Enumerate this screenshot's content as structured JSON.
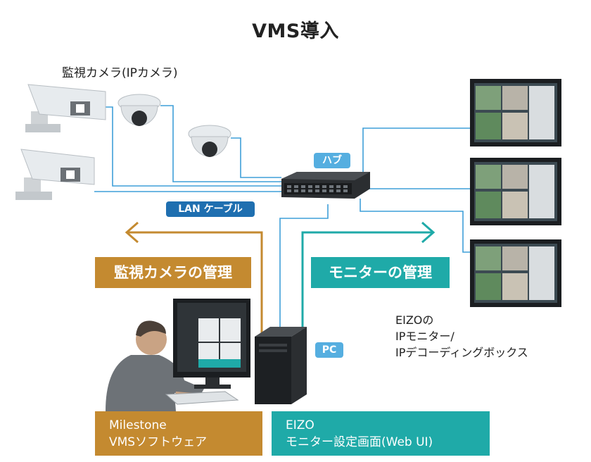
{
  "title": "VMS導入",
  "camera_label": "監視カメラ(IPカメラ)",
  "hub_label": "ハブ",
  "lan_label": "LAN ケーブル",
  "pc_label": "PC",
  "camera_mgmt_label": "監視カメラの管理",
  "monitor_mgmt_label": "モニターの管理",
  "eizo_monitor_label": [
    "EIZOの",
    "IPモニター/",
    "IPデコーディングボックス"
  ],
  "milestone_box": [
    "Milestone",
    "VMSソフトウェア"
  ],
  "eizo_box": [
    "EIZO",
    "モニター設定画面(Web UI)"
  ],
  "icons": [
    "bullet-camera-icon",
    "dome-camera-icon",
    "network-hub-icon",
    "monitor-icon",
    "pc-tower-icon",
    "operator-icon"
  ],
  "colors": {
    "cable": "#3f9fd8",
    "camera_mgmt": "#c48a30",
    "monitor_mgmt": "#1faaa8",
    "lan_pill": "#1f6fb0",
    "hub_pill": "#55aee0"
  }
}
